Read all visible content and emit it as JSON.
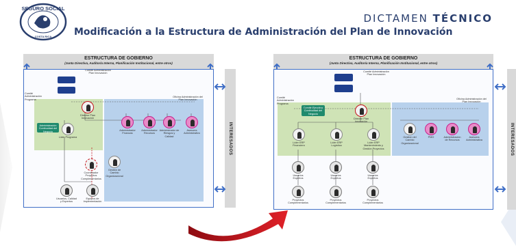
{
  "logo": {
    "name": "SEGURO SOCIAL",
    "country": "COSTA RICA",
    "icon": "ccss-seal"
  },
  "header": {
    "kicker_normal": "DICTAMEN",
    "kicker_bold": "TÉCNICO",
    "title": "Modificación a la Estructura de Administración del Plan de Innovación"
  },
  "colors": {
    "title_navy": "#2a3f6e",
    "frame_blue": "#3f6ec6",
    "green_area": "#cfe3b6",
    "blue_area": "#b8d1ec",
    "arrow_red": "#c4121a",
    "pink_node": "#c71f8a"
  },
  "before": {
    "gov_title": "ESTRUCTURA DE GOBIERNO",
    "gov_sub": "(Junta Directiva, Auditoría Interna, Planificación Institucional, entre otros)",
    "side_label": "INTERESADOS",
    "comite_admin": "Comité Administración Plan Innovación",
    "comite_programa": "Comité Administración Programa",
    "oficina": "Oficina Administración del Plan Innovación",
    "director": "Director Plan Innovación",
    "lider": "Líder Programa",
    "green_box": "Administración Continuidad del Negocio",
    "blue_nodes": [
      "Administrador Finanzas",
      "Administrador Recursos",
      "Administrador de Riesgos y Calidad",
      "Asesoría Administrativo"
    ],
    "gestion": "Gestión de Cambio Organizacional",
    "coordinador": "Coordinador Proyectos Complementarios",
    "equipos": "Equipos de Implementación",
    "usuarios": "Usuarios, Calidad y Expertos"
  },
  "after": {
    "gov_title": "ESTRUCTURA DE GOBIERNO",
    "gov_sub": "(Junta Directiva, Auditoría Interna, Planificación Institucional, entre otros)",
    "side_label": "INTERESADOS",
    "comite_admin": "Comité Administración Plan Innovación",
    "comite_programa": "Comité Administración Programa",
    "oficina": "Oficina Administración del Plan Innovación",
    "director": "Director Plan Innovación",
    "green_box": "Comité Ejecutivo Continuidad del Negocio",
    "lideres": [
      "Líder ERP Financiero",
      "Líder ERP Logística",
      "Líder ERP Mantenimiento y Gestión Proyectos"
    ],
    "blue_nodes": [
      "Gestión del Cambio Organizacional",
      "PMO",
      "Administración de Recursos",
      "Asesoría Administrativa"
    ],
    "usuarios": [
      "Usuarios Expertos",
      "Usuarios Expertos",
      "Usuarios Expertos"
    ],
    "proyectos": [
      "Proyectos Complementarios",
      "Proyectos Complementarios",
      "Proyectos Complementarios"
    ]
  }
}
